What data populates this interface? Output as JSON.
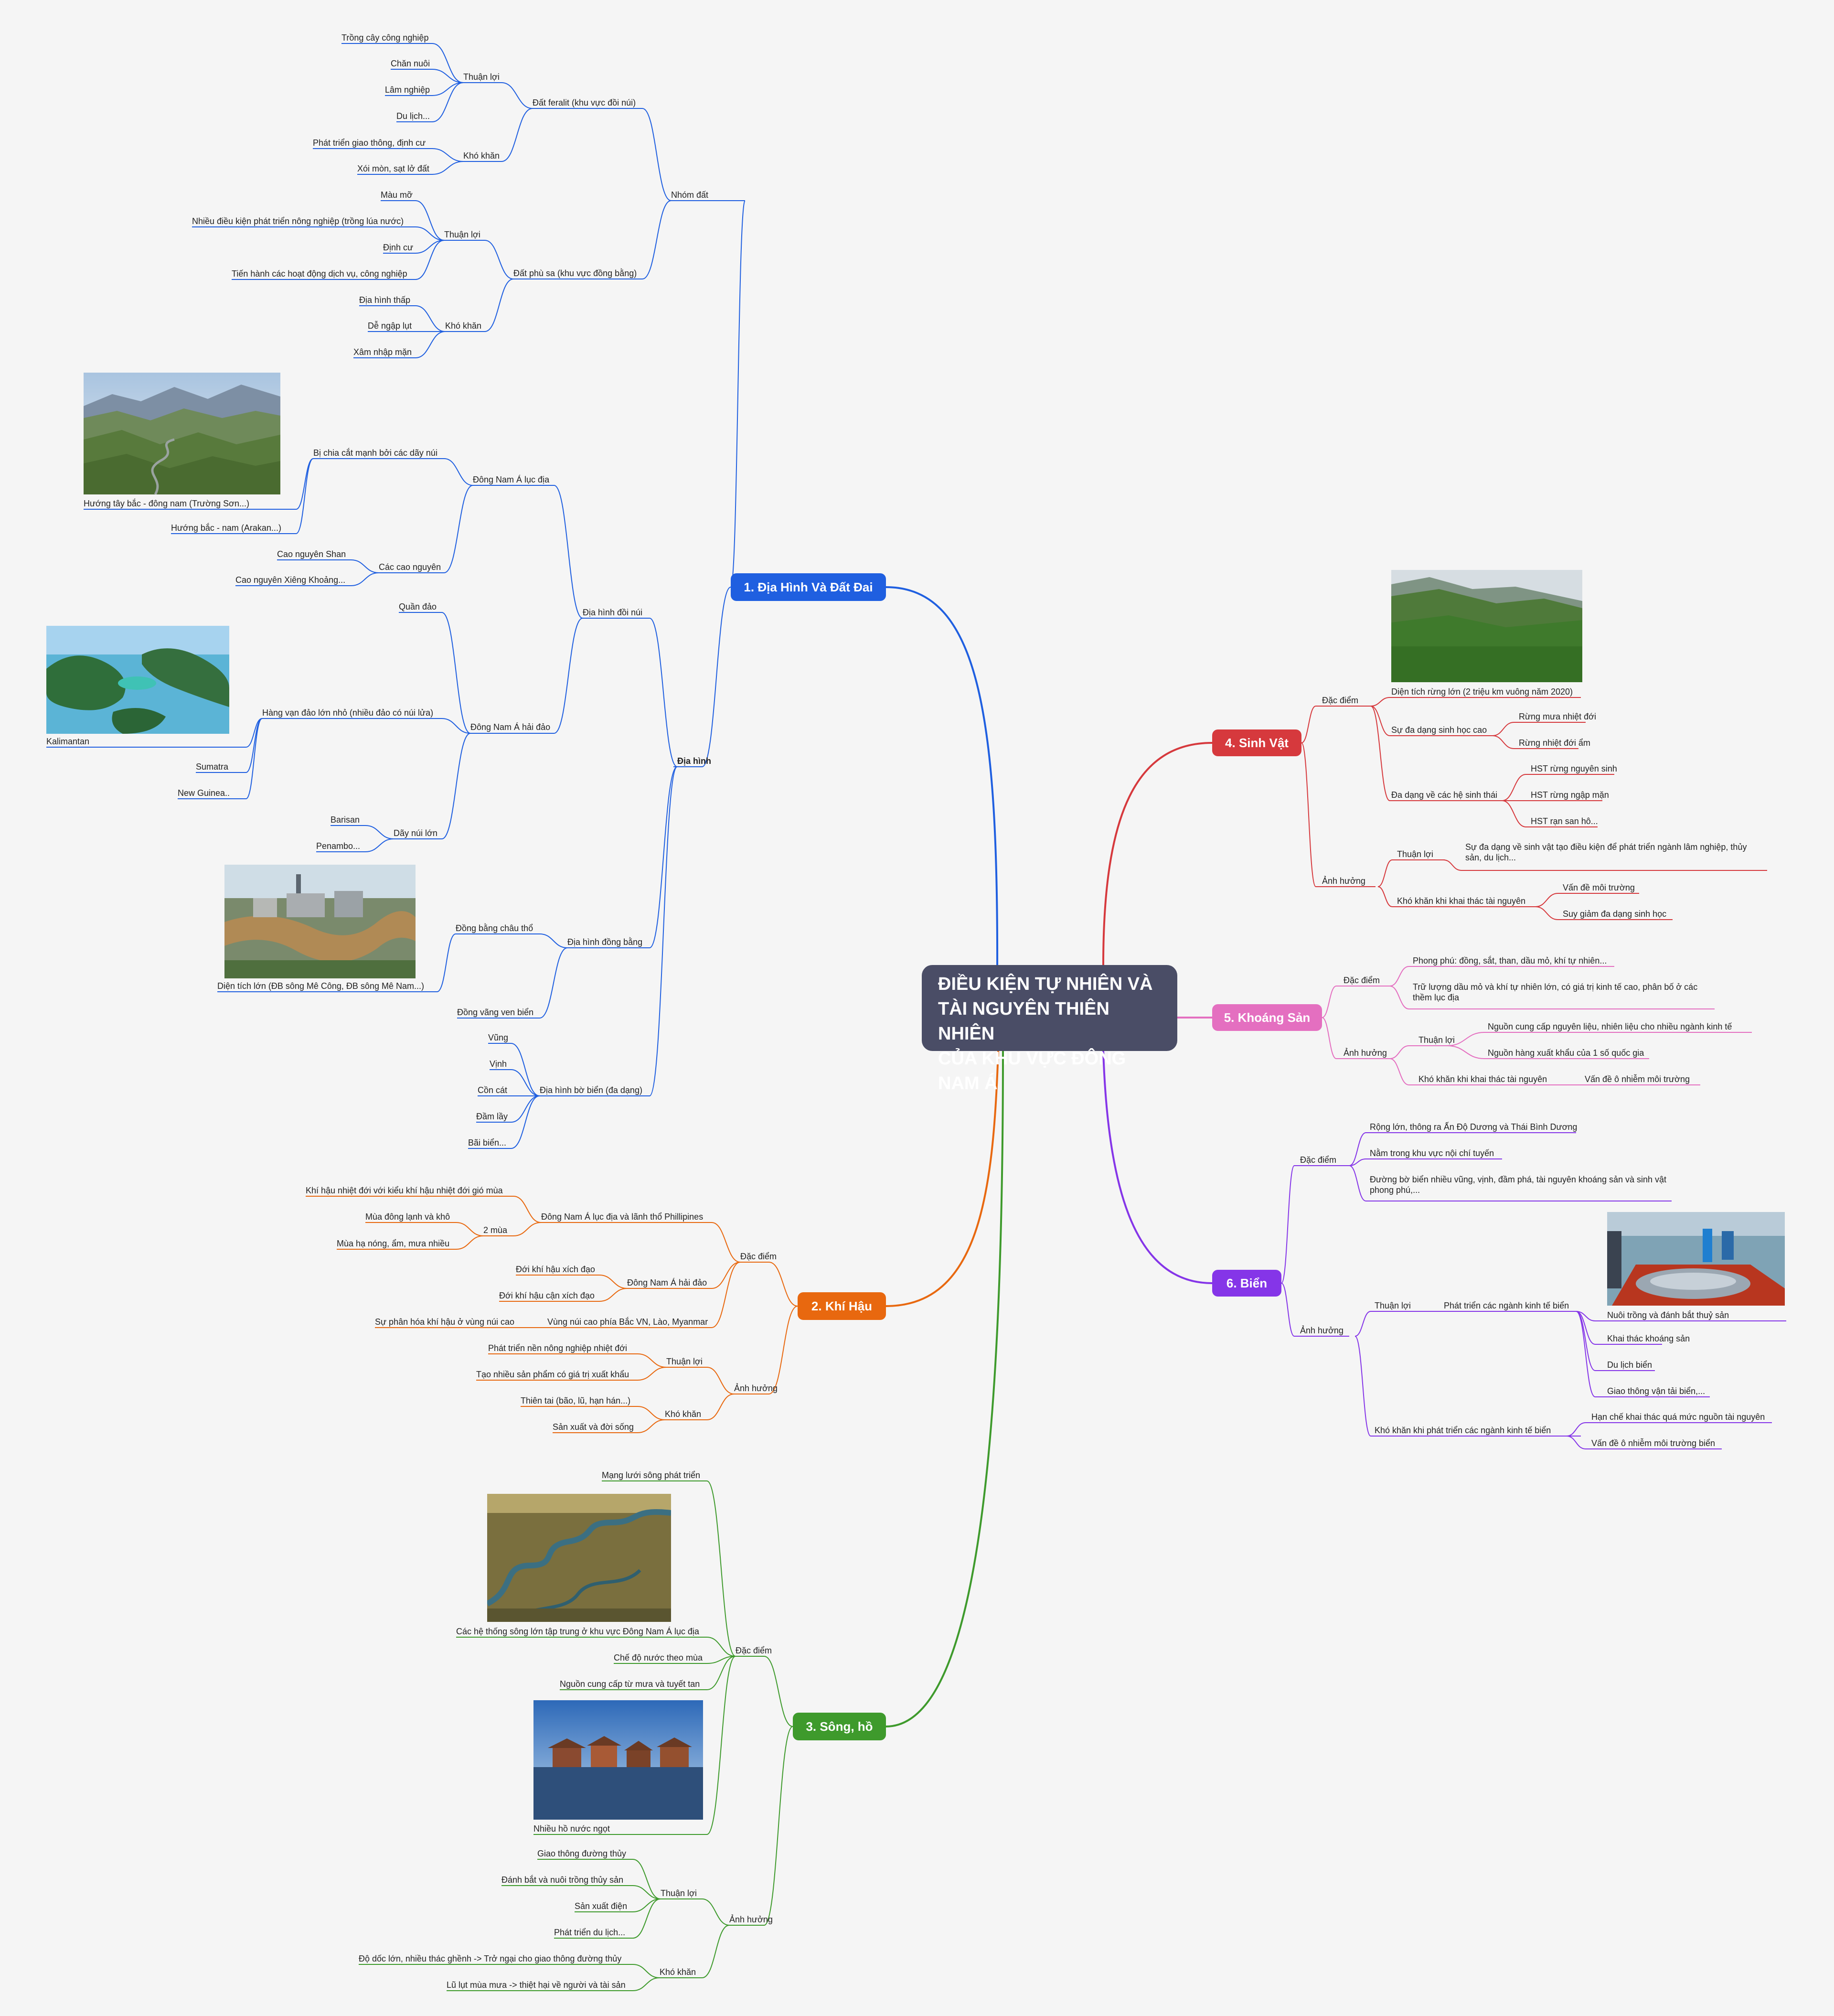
{
  "center": {
    "line1": "ĐIỀU KIỆN TỰ NHIÊN VÀ",
    "line2": "TÀI NGUYÊN THIÊN NHIÊN",
    "line3": "CỦA KHU VỰC ĐÔNG NAM Á"
  },
  "colors": {
    "b1": "#1f5fe0",
    "b2": "#e8680f",
    "b3": "#3e9a2c",
    "b4": "#d6393d",
    "b5": "#e46fc0",
    "b6": "#8535e8",
    "center": "#4a4d66"
  },
  "branches": [
    {
      "id": "b1",
      "label": "1. Địa Hình Và Đất Đai"
    },
    {
      "id": "b2",
      "label": "2. Khí Hậu"
    },
    {
      "id": "b3",
      "label": "3. Sông, hồ"
    },
    {
      "id": "b4",
      "label": "4. Sinh Vật"
    },
    {
      "id": "b5",
      "label": "5. Khoáng Sản"
    },
    {
      "id": "b6",
      "label": "6. Biển"
    }
  ],
  "nodes": {
    "b1": {
      "nhom_dat": "Nhóm đất",
      "dat_feralit": "Đất feralit (khu vực đồi núi)",
      "thuan_loi_1": "Thuận lợi",
      "trong_cay": "Trồng cây công nghiệp",
      "chan_nuoi": "Chăn nuôi",
      "lam_nghiep": "Lâm nghiệp",
      "du_lich_1": "Du lịch...",
      "kho_khan_1": "Khó khăn",
      "phat_trien_gt": "Phát triển giao thông, định cư",
      "xoi_mon": "Xói mòn, sạt lở đất",
      "dat_phu_sa": "Đất phù sa (khu vực đồng bằng)",
      "thuan_loi_2": "Thuận lợi",
      "mau_mo": "Màu mỡ",
      "nhieu_dk": "Nhiều điều kiện phát triển nông nghiệp (trồng lúa nước)",
      "dinh_cu": "Định cư",
      "tien_hanh": "Tiến hành các hoạt động dịch vụ, công nghiệp",
      "kho_khan_2": "Khó khăn",
      "dia_hinh_thap": "Địa hình thấp",
      "de_ngap": "Dễ ngập lụt",
      "xam_nhap": "Xâm nhập mặn",
      "dia_hinh": "Địa hình",
      "dia_hinh_doi_nui": "Địa hình đồi núi",
      "dna_luc_dia": "Đông Nam Á lục địa",
      "bi_chia_cat": "Bị chia cắt mạnh bởi các dãy núi",
      "huong_tb": "Hướng tây bắc - đông nam (Trường Sơn...)",
      "huong_bn": "Hướng bắc - nam (Arakan...)",
      "cac_cao_nguyen": "Các cao nguyên",
      "cao_nguyen_shan": "Cao nguyên Shan",
      "cao_nguyen_xk": "Cao nguyên Xiêng Khoảng...",
      "dna_hai_dao": "Đông Nam Á hải đảo",
      "quan_dao": "Quần đảo",
      "hang_van": "Hàng vạn đảo lớn nhỏ (nhiều đảo có núi lửa)",
      "kalimantan": "Kalimantan",
      "sumatra": "Sumatra",
      "new_guinea": "New Guinea..",
      "day_nui_lon": "Dãy núi lớn",
      "barisan": "Barisan",
      "penambo": "Penambo...",
      "dia_hinh_dong_bang": "Địa hình đồng bằng",
      "dong_bang_chau_tho": "Đồng bằng châu thổ",
      "dien_tich_lon": "Diện tích lớn (ĐB sông Mê Công, ĐB sông Mê Nam...)",
      "dong_vang": "Đồng vãng ven biển",
      "dia_hinh_bo_bien": "Địa hình bờ biển (đa dạng)",
      "vung": "Vũng",
      "vinh": "Vịnh",
      "con_cat": "Cồn cát",
      "dam_lay": "Đầm lầy",
      "bai_bien": "Bãi biển..."
    },
    "b2": {
      "dac_diem": "Đặc điểm",
      "dna_luc_dia_phil": "Đông Nam Á lục địa và lãnh thổ Phillipines",
      "khi_hau_nd": "Khí hậu nhiệt đới với kiểu khí hậu nhiệt đới gió mùa",
      "hai_mua": "2 mùa",
      "mua_dong": "Mùa đông lạnh và khô",
      "mua_ha": "Mùa hạ nóng, ẩm, mưa nhiều",
      "dna_hai_dao": "Đông Nam Á hải đảo",
      "doi_xich_dao": "Đới khí hậu xích đạo",
      "doi_can_xich_dao": "Đới khí hậu cận xích đạo",
      "vung_nui_cao": "Vùng núi cao phía Bắc VN, Lào, Myanmar",
      "su_phan_hoa": "Sự phân hóa khí hậu ở vùng núi cao",
      "anh_huong": "Ảnh hưởng",
      "thuan_loi": "Thuận lợi",
      "phat_trien_nen": "Phát triển nền nông nghiệp nhiệt đới",
      "tao_nhieu": "Tạo nhiều sản phẩm có giá trị xuất khẩu",
      "kho_khan": "Khó khăn",
      "thien_tai": "Thiên tai (bão, lũ, hạn hán...)",
      "san_xuat_doi_song": "Sản xuất và đời sống"
    },
    "b3": {
      "dac_diem": "Đặc điểm",
      "mang_luoi": "Mạng lưới sông phát triển",
      "cac_he_thong": "Các hệ thống sông lớn tập trung ở khu vực Đông Nam Á lục địa",
      "che_do_nuoc": "Chế độ nước theo mùa",
      "nguon_cung_cap": "Nguồn cung cấp từ mưa và tuyết tan",
      "nhieu_ho": "Nhiều hồ nước ngọt",
      "anh_huong": "Ảnh hưởng",
      "thuan_loi": "Thuận lợi",
      "giao_thong_dt": "Giao thông đường thủy",
      "danh_bat": "Đánh bắt và nuôi trồng thủy sản",
      "san_xuat_dien": "Sản xuất điện",
      "phat_trien_dl": "Phát triển du lịch...",
      "kho_khan": "Khó khăn",
      "do_doc": "Độ dốc lớn, nhiều thác ghềnh -> Trở ngại cho giao thông đường thủy",
      "lu_lut": "Lũ lụt mùa mưa -> thiệt hại về người và tài sản"
    },
    "b4": {
      "dac_diem": "Đặc điểm",
      "dien_tich_rung": "Diện tích rừng lớn (2 triệu km vuông năm 2020)",
      "su_da_dang": "Sự đa dạng sinh học cao",
      "rung_mua": "Rừng mưa nhiệt đới",
      "rung_am": "Rừng nhiệt đới ẩm",
      "da_dang_he": "Đa dạng về các hệ sinh thái",
      "hst_nguyen_sinh": "HST rừng nguyên sinh",
      "hst_ngap_man": "HST rừng ngập mặn",
      "hst_ran_san_ho": "HST rạn san hô...",
      "anh_huong": "Ảnh hưởng",
      "thuan_loi": "Thuận lợi",
      "su_da_dang_sv": "Sự đa dạng về sinh vật tạo điều kiện để phát triển ngành lâm nghiệp, thủy sản, du lịch...",
      "kho_khan": "Khó khăn khi khai thác tài nguyên",
      "van_de_mt": "Vấn đề môi trường",
      "suy_giam": "Suy giảm đa dạng sinh học"
    },
    "b5": {
      "dac_diem": "Đặc điểm",
      "phong_phu": "Phong phú: đồng, sắt, than, dầu mỏ, khí tự nhiên...",
      "tru_luong": "Trữ lượng dầu mỏ và khí tự nhiên lớn, có giá trị kinh tế cao, phân bố ở các thềm lục địa",
      "anh_huong": "Ảnh hưởng",
      "thuan_loi": "Thuận lợi",
      "nguon_cung_cap": "Nguồn cung cấp nguyên liệu, nhiên liệu cho nhiều ngành kinh tế",
      "nguon_hang": "Nguồn hàng xuất khẩu của 1 số quốc gia",
      "kho_khan": "Khó khăn khi khai thác tài nguyên",
      "van_de_o_nhiem": "Vấn đề ô nhiễm môi trường"
    },
    "b6": {
      "dac_diem": "Đặc điểm",
      "rong_lon": "Rộng lớn, thông ra Ấn Độ Dương và Thái Bình Dương",
      "nam_trong": "Nằm trong khu vực nội chí tuyến",
      "duong_bo_bien": "Đường bờ biển nhiều vũng, vịnh, đầm phá, tài nguyên khoáng sản và sinh vật phong phú,...",
      "anh_huong": "Ảnh hưởng",
      "thuan_loi": "Thuận lợi",
      "phat_trien_cac": "Phát triển các ngành kinh tế biển",
      "nuoi_trong": "Nuôi trồng và đánh bắt thuỷ sản",
      "khai_thac_ks": "Khai thác khoáng sản",
      "du_lich_bien": "Du lịch biển",
      "giao_thong_vt": "Giao thông vận tải biển,...",
      "kho_khan": "Khó khăn khi phát triển các ngành kinh tế biển",
      "han_che": "Hạn chế khai thác quá mức nguồn tài nguyên",
      "van_de_bien": "Vấn đề ô nhiễm môi trường biển"
    }
  },
  "images": {
    "mountain": "mountain-photo",
    "islands": "islands-photo",
    "city_river": "city-river-photo",
    "delta": "meandering-river-photo",
    "lake_village": "lake-village-photo",
    "forest": "forest-photo",
    "fishing": "fishing-photo"
  }
}
